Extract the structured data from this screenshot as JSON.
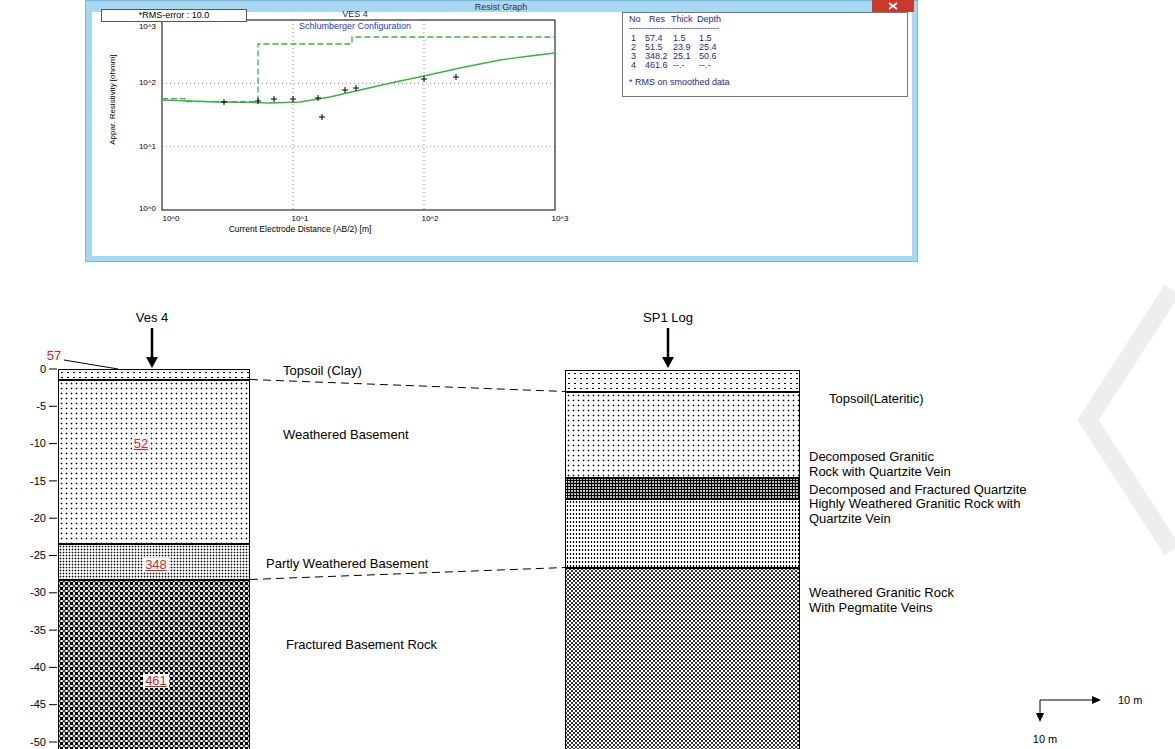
{
  "diagram": {
    "nodes": [
      {
        "text": [
          "Resist Graph"
        ]
      },
      {
        "text": [
          "*RMS-error : 10.0"
        ],
        "in": 0
      },
      {
        "text": [
          "No",
          "Res",
          "Thick",
          "Depth",
          "------------------------------",
          "1",
          "57.4",
          "1.5",
          "1.5",
          "2",
          "51.5",
          "23.9",
          "25.4",
          "3",
          "348.2",
          "25.1",
          "50.6",
          "4",
          "461.6",
          "--.-",
          "--.-",
          "* RMS on smoothed data"
        ],
        "in": 0
      },
      {
        "text": [
          "57",
          "Topsoil (Clay)"
        ]
      },
      {
        "text": [
          "52",
          "Weathered Basement"
        ]
      },
      {
        "text": [
          "348",
          "Partly Weathered Basement"
        ]
      },
      {
        "text": [
          "461",
          "Fractured Basement Rock"
        ]
      },
      {
        "text": [
          "Topsoil(Lateritic)"
        ]
      },
      {
        "text": [
          "Decomposed Granitic Rock with Quartzite Vein"
        ]
      },
      {
        "text": [
          "Decomposed and Fractured Quartzite"
        ]
      },
      {
        "text": [
          "Highly Weathered Granitic Rock with Quartzite Vein"
        ]
      },
      {
        "text": [
          "Weathered Granitic Rock With Pegmatite Veins"
        ]
      }
    ],
    "edges": [
      {
        "from": 3,
        "to": 7,
        "arrow": "none"
      },
      {
        "from": 5,
        "to": 10,
        "arrow": "none"
      }
    ],
    "labels": [
      "VES 4",
      "Schlumberger Configuration",
      "Appar. Resistivity [ohmm]",
      "10^3",
      "10^2",
      "10^1",
      "10^0",
      "10^0",
      "10^1",
      "10^2",
      "10^3",
      "Current Electrode Distance (AB/2) [m]",
      "Ves 4",
      "SP1 Log",
      "0",
      "-5",
      "-10",
      "-15",
      "-20",
      "-25",
      "-30",
      "-35",
      "-40",
      "-45",
      "-50",
      "10 m",
      "10 m"
    ]
  }
}
